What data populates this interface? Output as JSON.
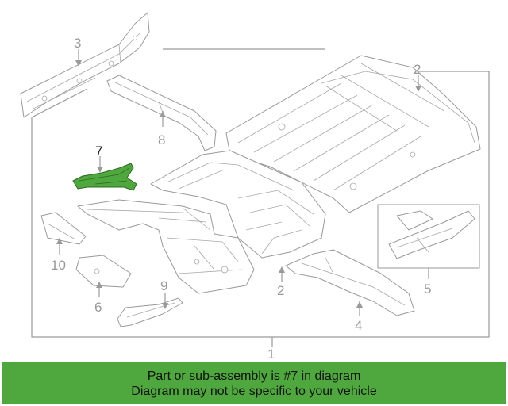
{
  "diagram": {
    "callouts": [
      {
        "id": "1",
        "label": "1"
      },
      {
        "id": "2a",
        "label": "2"
      },
      {
        "id": "2b",
        "label": "2"
      },
      {
        "id": "3",
        "label": "3"
      },
      {
        "id": "4",
        "label": "4"
      },
      {
        "id": "5",
        "label": "5"
      },
      {
        "id": "6",
        "label": "6"
      },
      {
        "id": "7",
        "label": "7"
      },
      {
        "id": "8",
        "label": "8"
      },
      {
        "id": "9",
        "label": "9"
      },
      {
        "id": "10",
        "label": "10"
      }
    ],
    "highlighted_part": "7",
    "highlight_color": "#4fa83d",
    "line_color": "#9a9a9a"
  },
  "banner": {
    "line1": "Part or sub-assembly is #7 in diagram",
    "line2": "Diagram may not be specific to your vehicle",
    "color": "#4fa83d"
  }
}
